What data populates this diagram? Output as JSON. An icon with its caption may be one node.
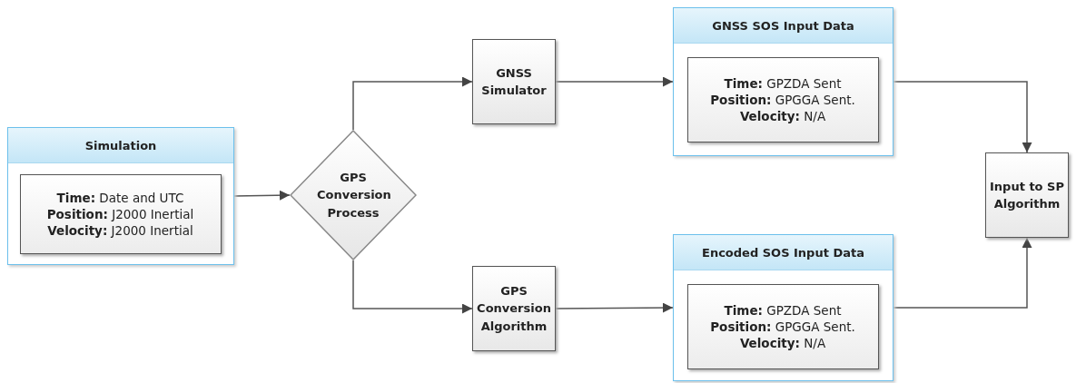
{
  "diagram": {
    "nodes": [
      {
        "text": [
          "Simulation"
        ]
      },
      {
        "text": [
          "**Time:** Date and UTC",
          "**Position:** J2000 Inertial",
          "**Velocity:** J2000 Inertial"
        ],
        "in": 0
      },
      {
        "text": [
          "GPS Conversion Process"
        ]
      },
      {
        "text": [
          "GNSS Simulator"
        ]
      },
      {
        "text": [
          "GNSS SOS Input Data"
        ]
      },
      {
        "text": [
          "**Time:** GPZDA Sent",
          "**Position:** GPGGA Sent.",
          "**Velocity:** N/A"
        ],
        "in": 4
      },
      {
        "text": [
          "GPS Conversion Algorithm"
        ]
      },
      {
        "text": [
          "Encoded SOS Input Data"
        ]
      },
      {
        "text": [
          "**Time:** GPZDA Sent",
          "**Position:** GPGGA Sent.",
          "**Velocity:** N/A"
        ],
        "in": 7
      },
      {
        "text": [
          "Input to SP Algorithm"
        ]
      }
    ],
    "edges": [
      {
        "from": 0,
        "to": 2,
        "arrow": "to"
      },
      {
        "from": 2,
        "to": 3,
        "arrow": "to"
      },
      {
        "from": 3,
        "to": 4,
        "arrow": "to"
      },
      {
        "from": 2,
        "to": 6,
        "arrow": "to"
      },
      {
        "from": 6,
        "to": 7,
        "arrow": "to"
      },
      {
        "from": 4,
        "to": 9,
        "arrow": "to"
      },
      {
        "from": 7,
        "to": 9,
        "arrow": "to"
      }
    ]
  }
}
